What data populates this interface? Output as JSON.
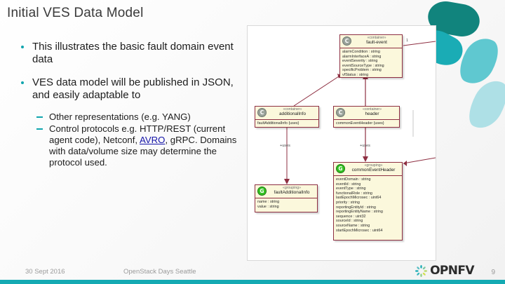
{
  "slide": {
    "title": "Initial VES Data Model",
    "page_number": "9",
    "accent_color": "#14aab3",
    "bullets": [
      {
        "text": "This illustrates the basic fault domain event data"
      },
      {
        "text": "VES data model will be published in JSON, and easily adaptable to"
      }
    ],
    "sub_bullets": [
      {
        "text": "Other representations (e.g. YANG)"
      },
      {
        "parts": [
          {
            "text": "Control protocols e.g. HTTP/REST (current agent code), Netconf, ",
            "link": false
          },
          {
            "text": "AVRO",
            "link": true
          },
          {
            "text": ", gRPC. Domains with data/volume size may determine the protocol used.",
            "link": false
          }
        ]
      }
    ]
  },
  "footer": {
    "date": "30 Sept 2016",
    "event": "OpenStack Days Seattle",
    "logo_text": "OPNFV"
  },
  "diagram": {
    "classes": [
      {
        "id": "fault-event",
        "stereotype": "«container»",
        "name": "fault-event",
        "badge": "C",
        "attributes": [
          "alarmCondition : string",
          "alarmInterfaceA : string",
          "eventSeverity : string",
          "eventSourceType : string",
          "specificProblem : string",
          "vfStatus : string"
        ]
      },
      {
        "id": "additional-info",
        "stereotype": "«container»",
        "name": "additionalInfo",
        "badge": "C",
        "attributes": [
          "faultAdditionalInfo {uses}"
        ]
      },
      {
        "id": "header",
        "stereotype": "«container»",
        "name": "header",
        "badge": "C",
        "attributes": [
          "commonEventHeader {uses}"
        ]
      },
      {
        "id": "fault-additional-info",
        "stereotype": "«grouping»",
        "name": "faultAdditionalInfo",
        "badge": "G",
        "attributes": [
          "name : string",
          "value : string"
        ]
      },
      {
        "id": "common-event-header",
        "stereotype": "«grouping»",
        "name": "commonEventHeader",
        "badge": "G",
        "attributes": [
          "eventDomain : string",
          "eventId : string",
          "eventType : string",
          "functionalRole : string",
          "lastEpochMicrosec : uint64",
          "priority : string",
          "reportingEntityId : string",
          "reportingEntityName : string",
          "sequence : uint32",
          "sourceId : string",
          "sourceName : string",
          "startEpochMicrosec : uint64"
        ]
      }
    ],
    "multiplicities": [
      {
        "id": "mult-one",
        "label": "1"
      },
      {
        "id": "mult-uses-left",
        "label": "+uses"
      },
      {
        "id": "mult-uses-right",
        "label": "+uses"
      }
    ]
  }
}
